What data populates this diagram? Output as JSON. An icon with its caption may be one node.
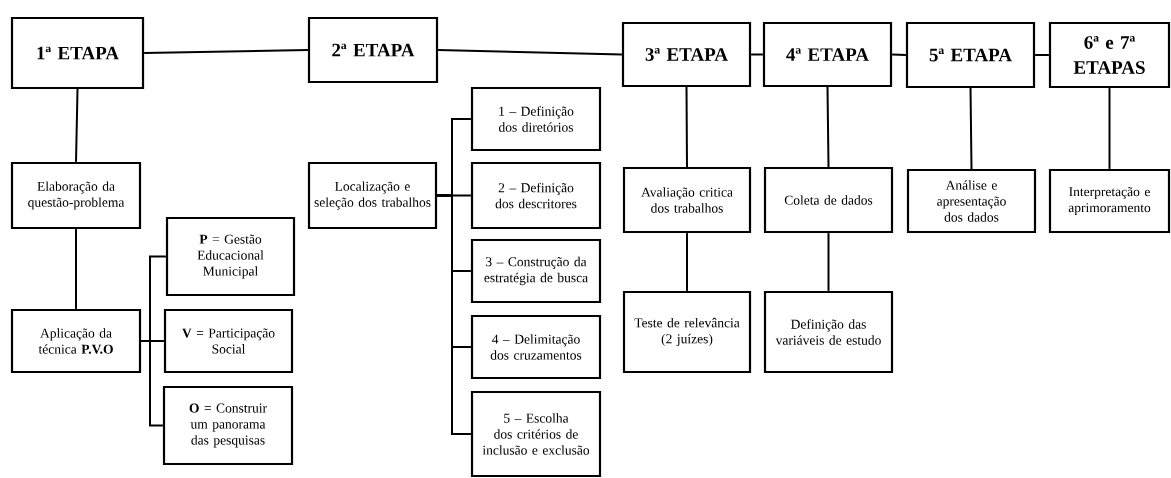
{
  "diagram": {
    "nodes": [
      {
        "text": [
          "1ª ETAPA"
        ]
      },
      {
        "text": [
          "2ª ETAPA"
        ]
      },
      {
        "text": [
          "3ª ETAPA"
        ]
      },
      {
        "text": [
          "4ª ETAPA"
        ]
      },
      {
        "text": [
          "5ª ETAPA"
        ]
      },
      {
        "text": [
          "6ª e 7ª ETAPAS"
        ]
      },
      {
        "text": [
          "Elaboração da questão-problema"
        ]
      },
      {
        "text": [
          "Aplicação da técnica **P.V.O**"
        ]
      },
      {
        "text": [
          "**P** = Gestão Educacional Municipal"
        ]
      },
      {
        "text": [
          "**V** = Participação Social"
        ]
      },
      {
        "text": [
          "**O** = Construir um panorama das pesquisas"
        ]
      },
      {
        "text": [
          "Localização e seleção dos trabalhos"
        ]
      },
      {
        "text": [
          "1 – Definição dos diretórios"
        ]
      },
      {
        "text": [
          "2 – Definição dos descritores"
        ]
      },
      {
        "text": [
          "3 – Construção da estratégia de busca"
        ]
      },
      {
        "text": [
          "4 – Delimitação dos cruzamentos"
        ]
      },
      {
        "text": [
          "5 – Escolha dos critérios de inclusão e exclusão"
        ]
      },
      {
        "text": [
          "Avaliação critica dos trabalhos"
        ]
      },
      {
        "text": [
          "Coleta de dados"
        ]
      },
      {
        "text": [
          "Análise e apresentação dos dados"
        ]
      },
      {
        "text": [
          "Interpretação e aprimoramento"
        ]
      },
      {
        "text": [
          "Teste de relevância (2 juízes)"
        ]
      },
      {
        "text": [
          "Definição das variáveis de estudo"
        ]
      }
    ],
    "edges": [
      {
        "from": 0,
        "to": 1,
        "arrow": "none"
      },
      {
        "from": 1,
        "to": 2,
        "arrow": "none"
      },
      {
        "from": 2,
        "to": 3,
        "arrow": "none"
      },
      {
        "from": 3,
        "to": 4,
        "arrow": "none"
      },
      {
        "from": 4,
        "to": 5,
        "arrow": "none"
      },
      {
        "from": 0,
        "to": 6,
        "arrow": "none"
      },
      {
        "from": 6,
        "to": 7,
        "arrow": "none"
      },
      {
        "from": 7,
        "to": 8,
        "arrow": "none"
      },
      {
        "from": 7,
        "to": 9,
        "arrow": "none"
      },
      {
        "from": 7,
        "to": 10,
        "arrow": "none"
      },
      {
        "from": 11,
        "to": 12,
        "arrow": "none"
      },
      {
        "from": 11,
        "to": 13,
        "arrow": "none"
      },
      {
        "from": 11,
        "to": 14,
        "arrow": "none"
      },
      {
        "from": 11,
        "to": 15,
        "arrow": "none"
      },
      {
        "from": 11,
        "to": 16,
        "arrow": "none"
      },
      {
        "from": 2,
        "to": 17,
        "arrow": "none"
      },
      {
        "from": 17,
        "to": 21,
        "arrow": "none"
      },
      {
        "from": 3,
        "to": 18,
        "arrow": "none"
      },
      {
        "from": 18,
        "to": 22,
        "arrow": "none"
      },
      {
        "from": 4,
        "to": 19,
        "arrow": "none"
      },
      {
        "from": 5,
        "to": 20,
        "arrow": "none"
      }
    ]
  }
}
